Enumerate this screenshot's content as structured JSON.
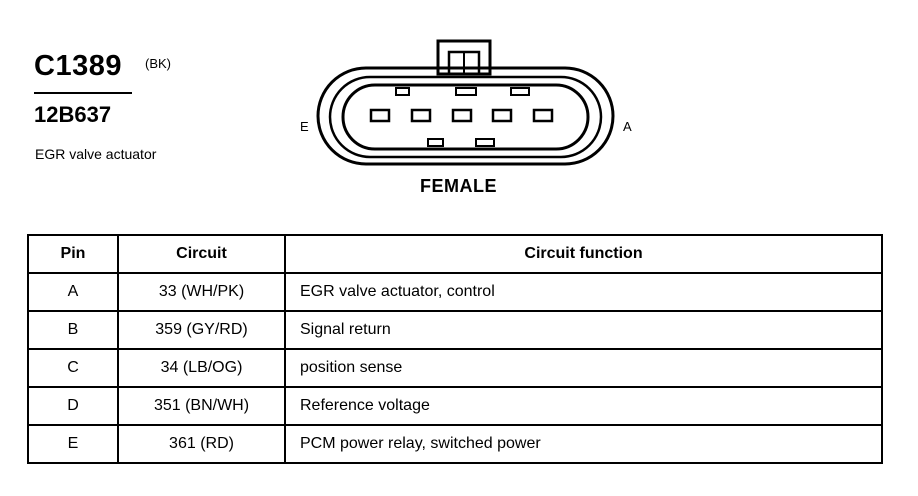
{
  "connector": {
    "id": "C1389",
    "color_code": "(BK)",
    "part_number": "12B637",
    "description": "EGR valve actuator"
  },
  "diagram": {
    "left_label": "E",
    "right_label": "A",
    "view_label": "FEMALE"
  },
  "table": {
    "headers": [
      "Pin",
      "Circuit",
      "Circuit function"
    ],
    "rows": [
      {
        "pin": "A",
        "circuit": "33 (WH/PK)",
        "function": "EGR valve actuator, control"
      },
      {
        "pin": "B",
        "circuit": "359 (GY/RD)",
        "function": "Signal return"
      },
      {
        "pin": "C",
        "circuit": "34 (LB/OG)",
        "function": "position sense"
      },
      {
        "pin": "D",
        "circuit": "351 (BN/WH)",
        "function": "Reference voltage"
      },
      {
        "pin": "E",
        "circuit": "361 (RD)",
        "function": "PCM power relay, switched power"
      }
    ]
  }
}
